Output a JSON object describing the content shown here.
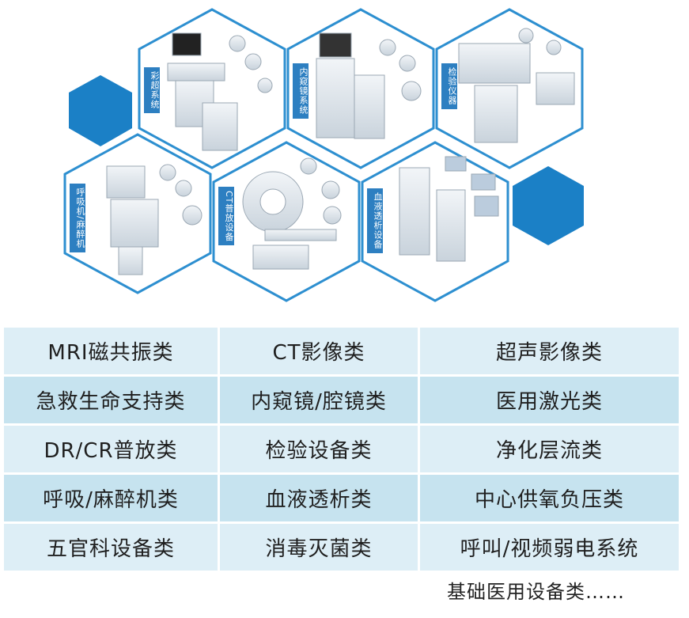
{
  "hexes": [
    {
      "label": "彩超系统"
    },
    {
      "label": "内窥镜系统"
    },
    {
      "label": "检验仪器"
    },
    {
      "label": "呼吸机/麻醉机"
    },
    {
      "label": "CT普放设备"
    },
    {
      "label": "血液透析设备"
    }
  ],
  "categories": [
    [
      "MRI磁共振类",
      "CT影像类",
      "超声影像类"
    ],
    [
      "急救生命支持类",
      "内窥镜/腔镜类",
      "医用激光类"
    ],
    [
      "DR/CR普放类",
      "检验设备类",
      "净化层流类"
    ],
    [
      "呼吸/麻醉机类",
      "血液透析类",
      "中心供氧负压类"
    ],
    [
      "五官科设备类",
      "消毒灭菌类",
      "呼叫/视频弱电系统"
    ]
  ],
  "footer": "基础医用设备类……",
  "colors": {
    "hex_border": "#2d8fd0",
    "hex_fill": "#1a7fc4",
    "row_light": "#ddeef6",
    "row_dark": "#c6e3ef"
  }
}
